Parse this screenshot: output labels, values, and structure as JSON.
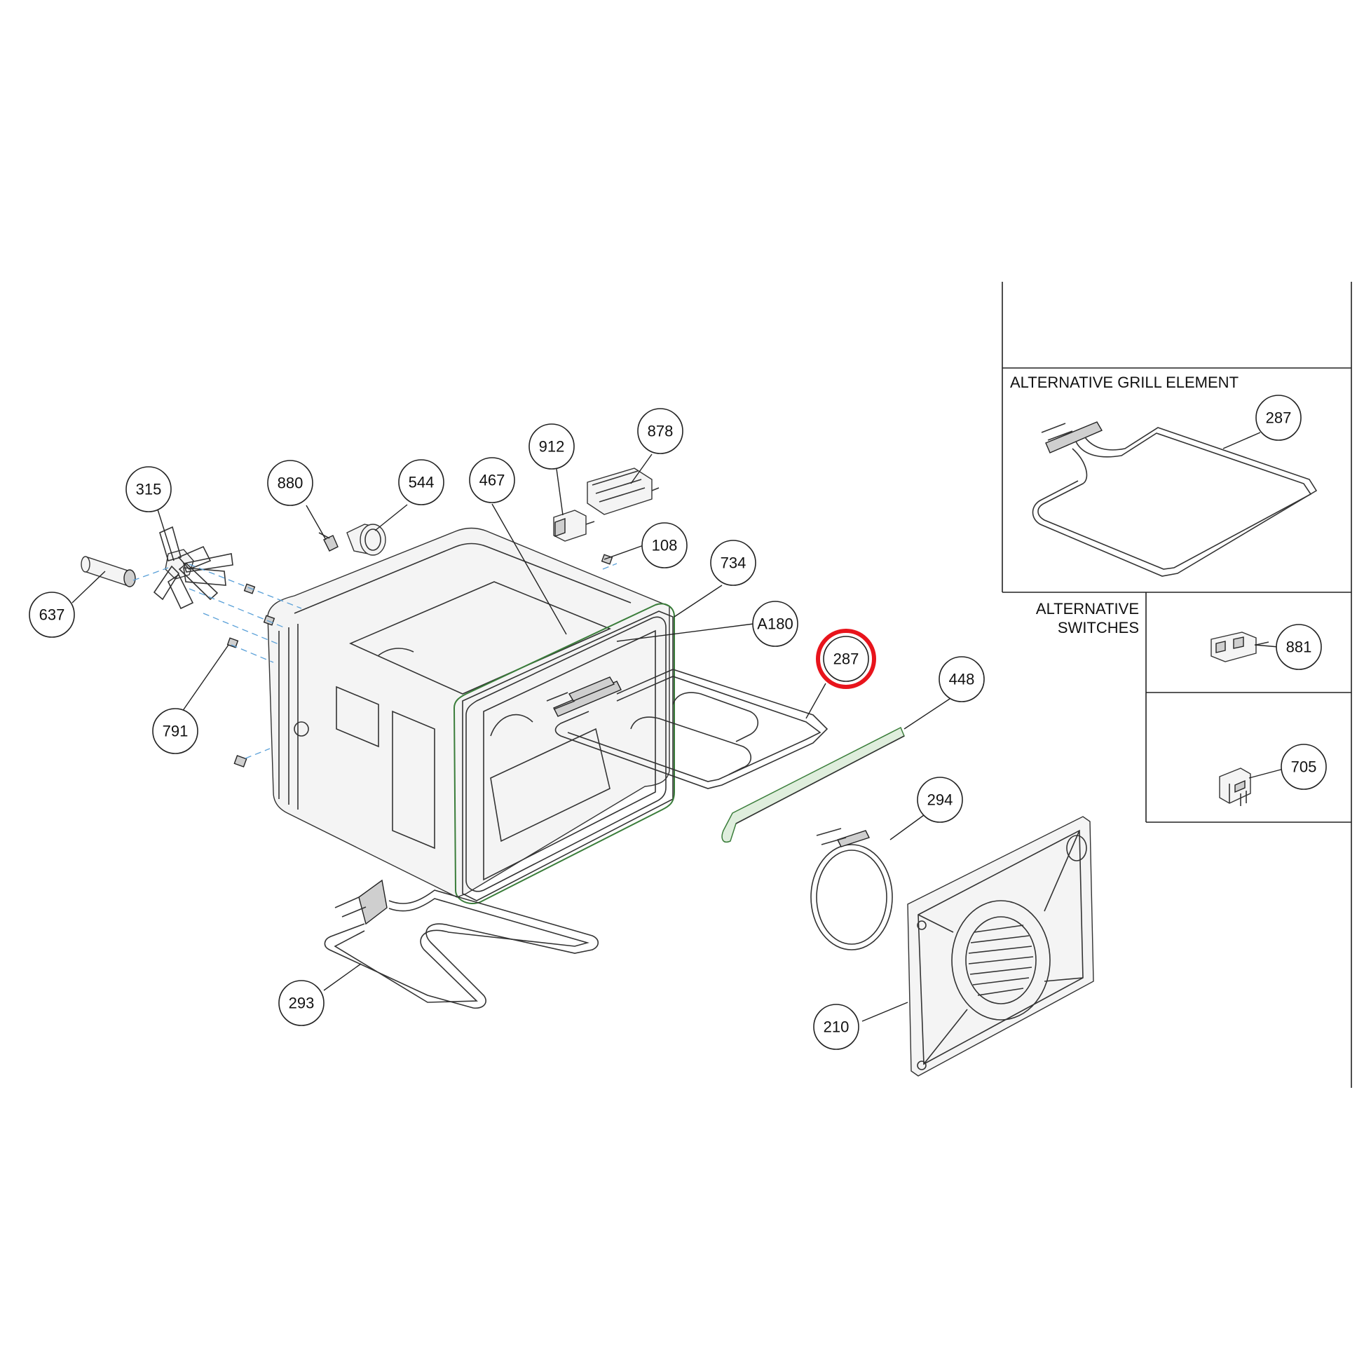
{
  "colors": {
    "highlight": "#e8141c",
    "gasket_green": "#3a7d3a",
    "axis_blue": "#5aa0d8"
  },
  "inset": {
    "grill_title": "ALTERNATIVE GRILL ELEMENT",
    "switches_title_line1": "ALTERNATIVE",
    "switches_title_line2": "SWITCHES"
  },
  "callouts": {
    "c315": "315",
    "c637": "637",
    "c791": "791",
    "c880": "880",
    "c544": "544",
    "c467": "467",
    "c912": "912",
    "c878": "878",
    "c108": "108",
    "c734": "734",
    "cA180": "A180",
    "c287": "287",
    "c448": "448",
    "c294": "294",
    "c210": "210",
    "c293": "293",
    "c287alt": "287",
    "c881": "881",
    "c705": "705"
  },
  "highlighted_callout": "287"
}
